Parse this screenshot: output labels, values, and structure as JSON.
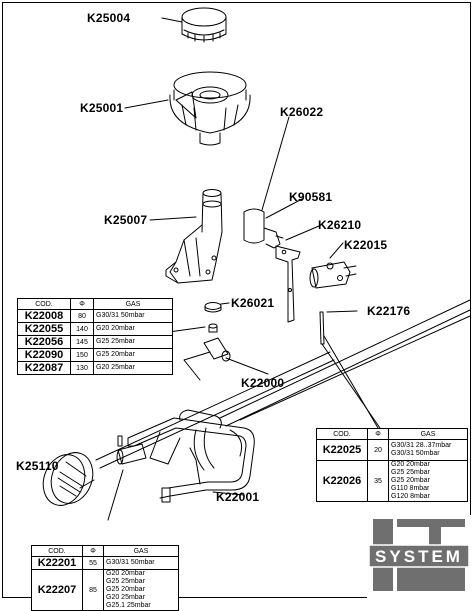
{
  "parts": {
    "k25004": "K25004",
    "k25001": "K25001",
    "k26022": "K26022",
    "k90581": "K90581",
    "k25007": "K25007",
    "k26210": "K26210",
    "k22015": "K22015",
    "k26021": "K26021",
    "k22176": "K22176",
    "k22000": "K22000",
    "k25110": "K25110",
    "k22001": "K22001"
  },
  "table_headers": {
    "cod": "COD.",
    "phi": "Φ",
    "gas": "GAS"
  },
  "table_top": [
    {
      "code": "K22008",
      "phi": "80",
      "gas": [
        "G30/31 50mbar"
      ]
    },
    {
      "code": "K22055",
      "phi": "140",
      "gas": [
        "G20 20mbar"
      ]
    },
    {
      "code": "K22056",
      "phi": "145",
      "gas": [
        "G25 25mbar"
      ]
    },
    {
      "code": "K22090",
      "phi": "150",
      "gas": [
        "G25 20mbar"
      ]
    },
    {
      "code": "K22087",
      "phi": "130",
      "gas": [
        "G20 25mbar"
      ]
    }
  ],
  "table_right": [
    {
      "code": "K22025",
      "phi": "20",
      "gas": [
        "G30/31 28..37mbar",
        "G30/31 50mbar"
      ]
    },
    {
      "code": "K22026",
      "phi": "35",
      "gas": [
        "G20 20mbar",
        "G25 25mbar",
        "G25 20mbar",
        "G110 8mbar",
        "G120 8mbar"
      ]
    }
  ],
  "table_bottom": [
    {
      "code": "K22201",
      "phi": "55",
      "gas": [
        "G30/31 50mbar"
      ]
    },
    {
      "code": "K22207",
      "phi": "85",
      "gas": [
        "G20 20mbar",
        "G25 25mbar",
        "G25 20mbar",
        "G20 25mbar",
        "G25.1 25mbar"
      ]
    }
  ],
  "logo_text": "SYSTEM",
  "colors": {
    "line": "#000000",
    "logo": "#6f6f6f",
    "logo_text": "#ffffff"
  }
}
